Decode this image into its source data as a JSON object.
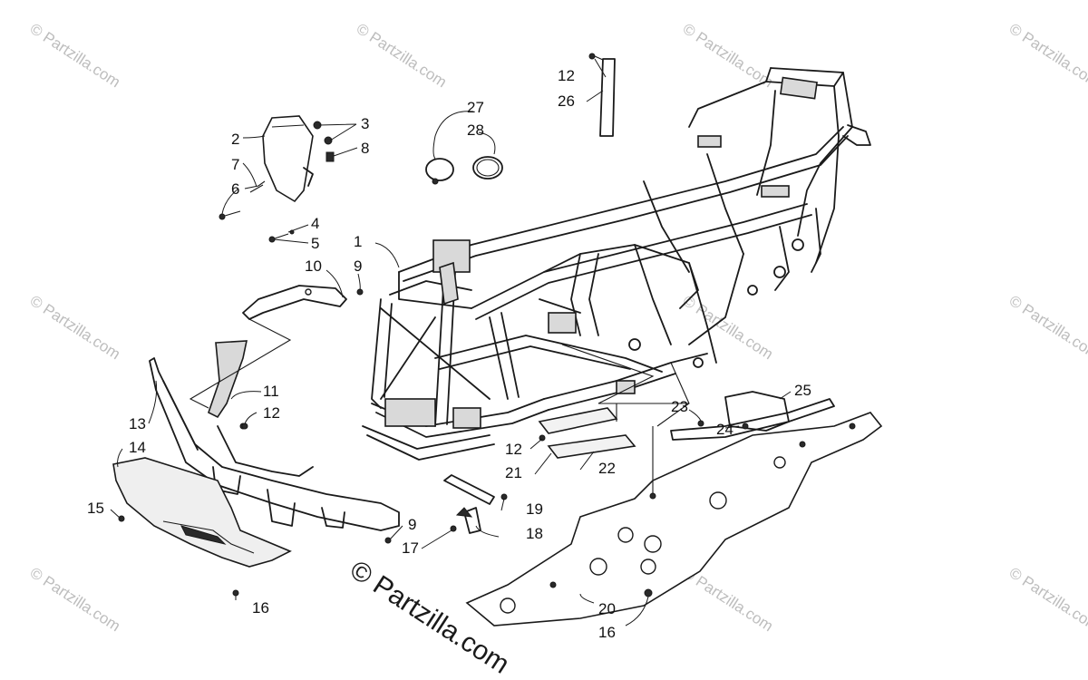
{
  "watermark": {
    "text": "© Partzilla.com",
    "main_text": "© Partzilla.com"
  },
  "callouts": [
    {
      "id": "c1",
      "label": "1"
    },
    {
      "id": "c2",
      "label": "2"
    },
    {
      "id": "c3",
      "label": "3"
    },
    {
      "id": "c4",
      "label": "4"
    },
    {
      "id": "c5",
      "label": "5"
    },
    {
      "id": "c6",
      "label": "6"
    },
    {
      "id": "c7",
      "label": "7"
    },
    {
      "id": "c8",
      "label": "8"
    },
    {
      "id": "c9a",
      "label": "9"
    },
    {
      "id": "c9b",
      "label": "9"
    },
    {
      "id": "c10",
      "label": "10"
    },
    {
      "id": "c11",
      "label": "11"
    },
    {
      "id": "c12a",
      "label": "12"
    },
    {
      "id": "c12b",
      "label": "12"
    },
    {
      "id": "c12c",
      "label": "12"
    },
    {
      "id": "c13",
      "label": "13"
    },
    {
      "id": "c14",
      "label": "14"
    },
    {
      "id": "c15",
      "label": "15"
    },
    {
      "id": "c16a",
      "label": "16"
    },
    {
      "id": "c16b",
      "label": "16"
    },
    {
      "id": "c17",
      "label": "17"
    },
    {
      "id": "c18",
      "label": "18"
    },
    {
      "id": "c19",
      "label": "19"
    },
    {
      "id": "c20",
      "label": "20"
    },
    {
      "id": "c21",
      "label": "21"
    },
    {
      "id": "c22",
      "label": "22"
    },
    {
      "id": "c23",
      "label": "23"
    },
    {
      "id": "c24",
      "label": "24"
    },
    {
      "id": "c25",
      "label": "25"
    },
    {
      "id": "c26",
      "label": "26"
    },
    {
      "id": "c27",
      "label": "27"
    },
    {
      "id": "c28",
      "label": "28"
    }
  ]
}
